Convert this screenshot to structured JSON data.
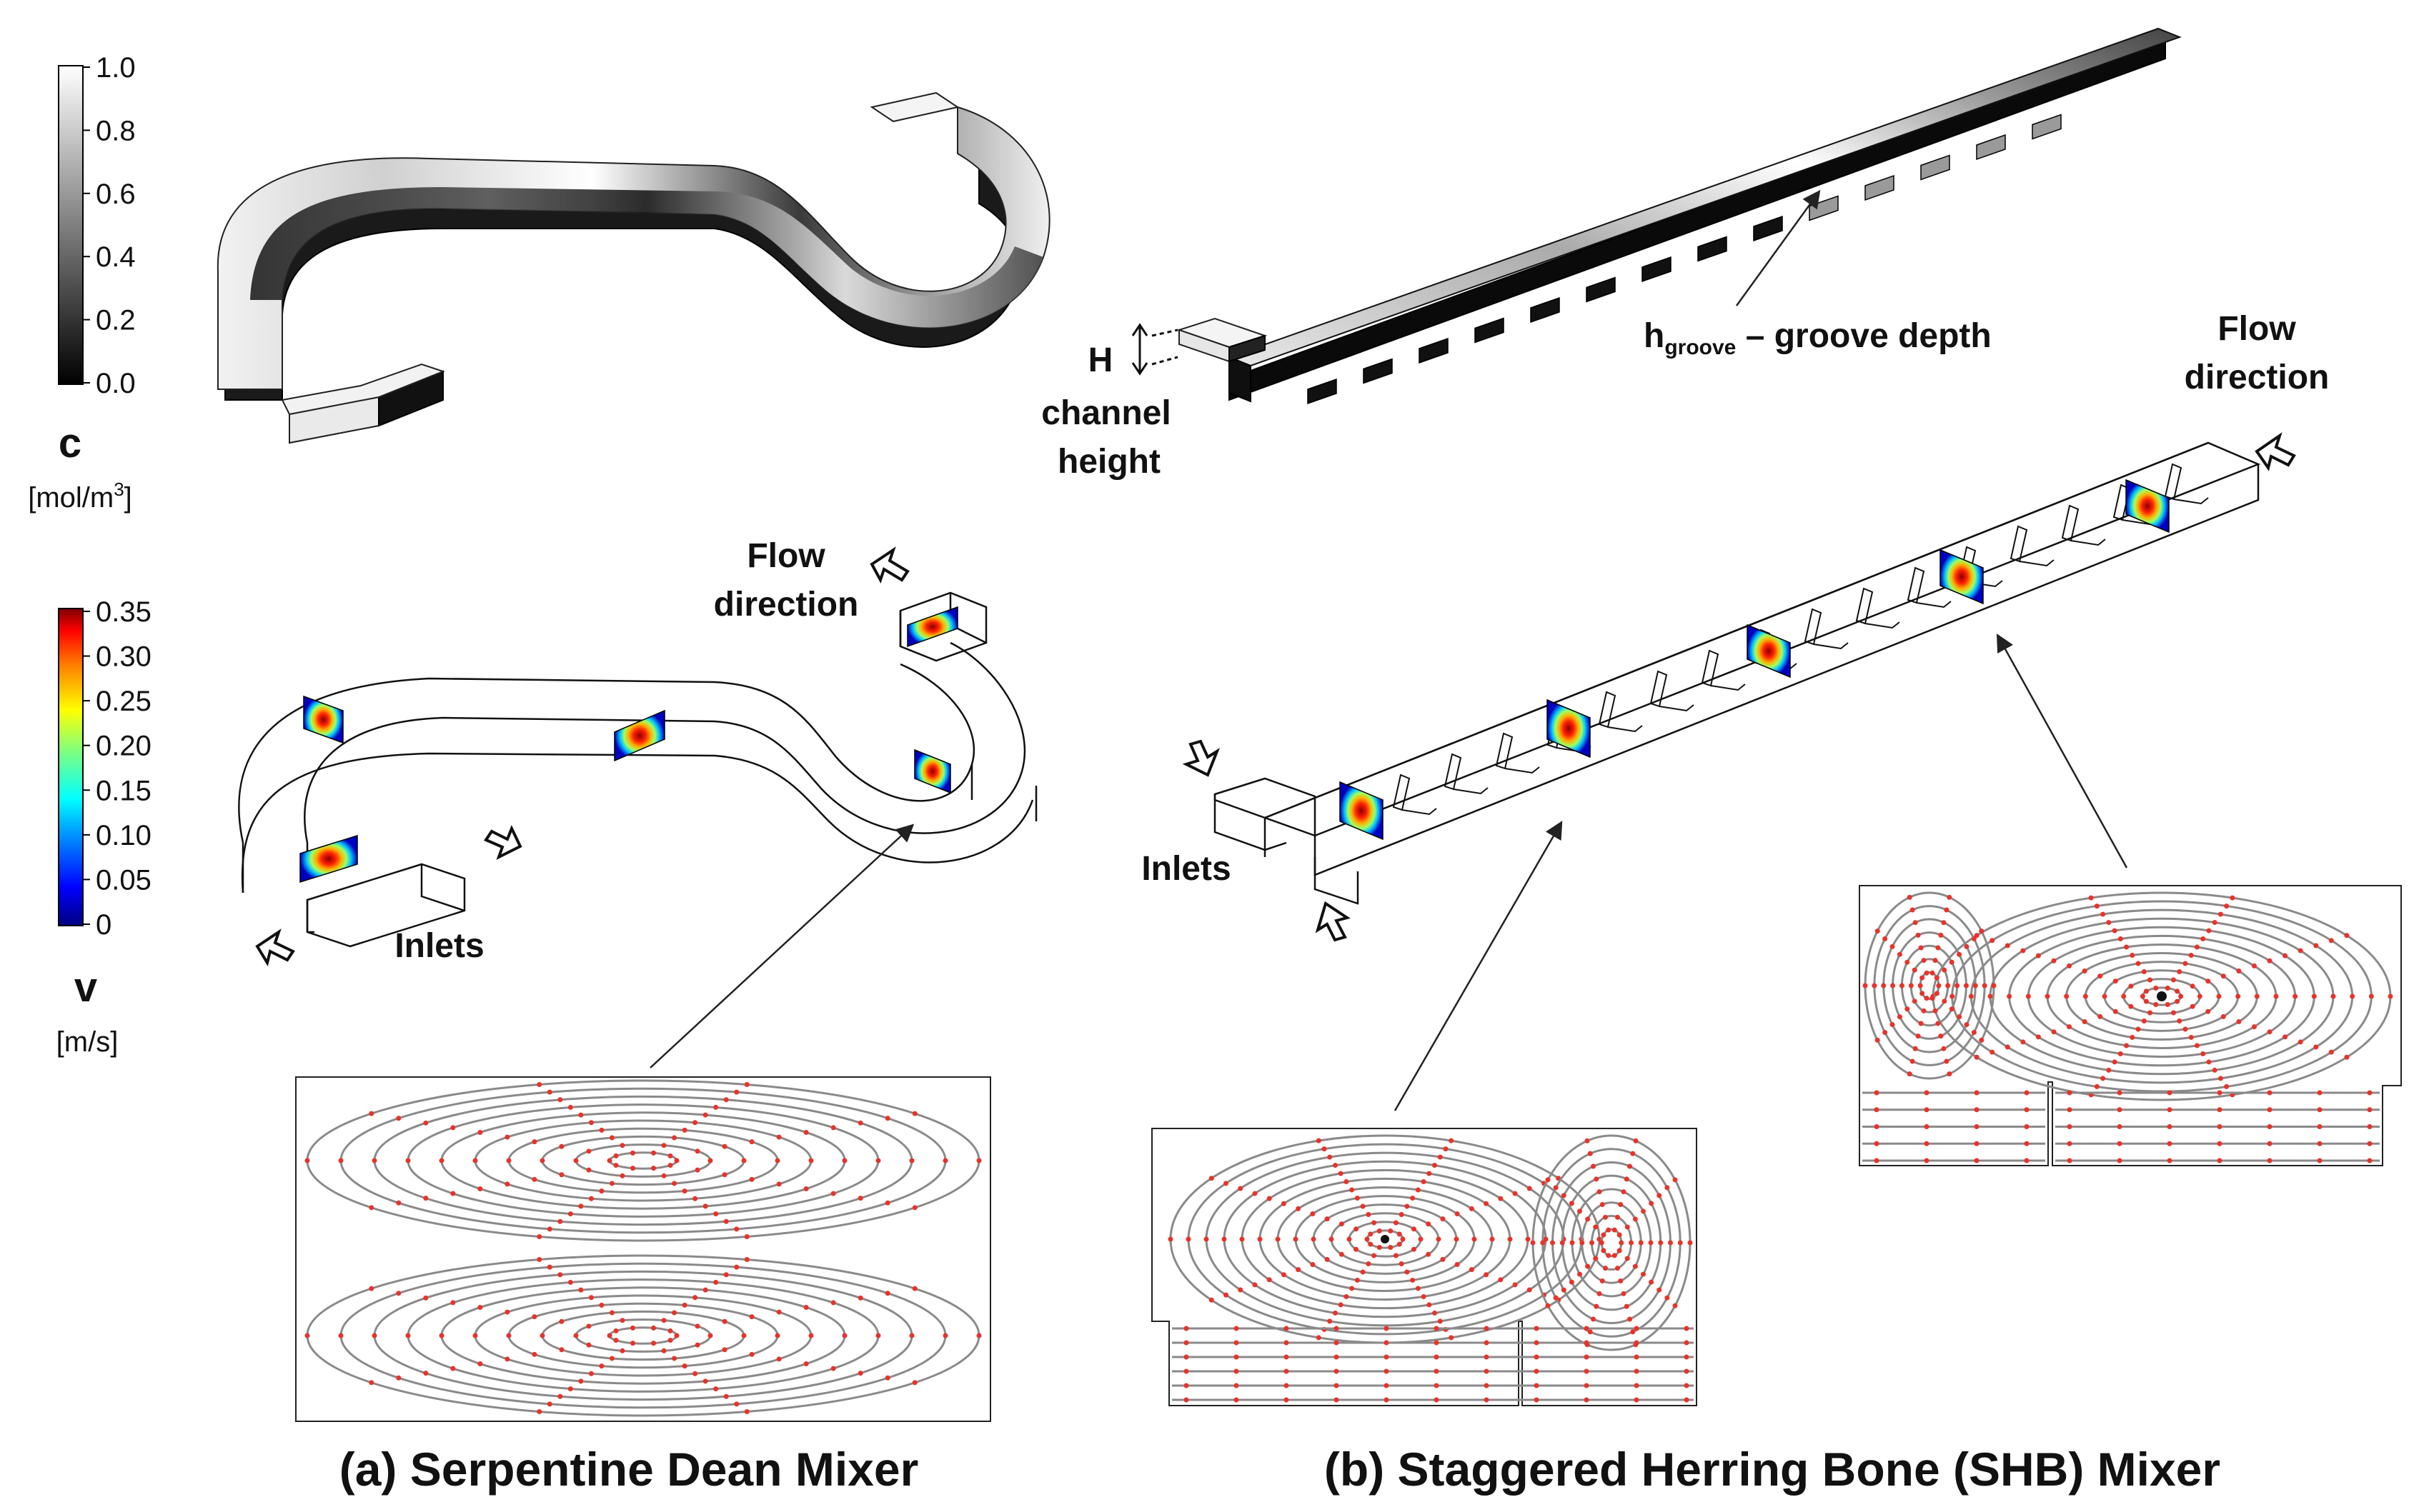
{
  "colorbar_c": {
    "ticks": [
      "1.0",
      "0.8",
      "0.6",
      "0.4",
      "0.2",
      "0.0"
    ],
    "symbol": "c",
    "unit_base": "[mol/m",
    "unit_exp": "3",
    "unit_close": "]"
  },
  "colorbar_v": {
    "ticks": [
      "0.35",
      "0.30",
      "0.25",
      "0.20",
      "0.15",
      "0.10",
      "0.05",
      "0"
    ],
    "symbol": "v",
    "unit": "[m/s]"
  },
  "panel_a": {
    "flow_line1": "Flow",
    "flow_line2": "direction",
    "inlets": "Inlets",
    "caption": "(a) Serpentine Dean Mixer"
  },
  "panel_b": {
    "h_symbol": "H",
    "channel_line1": "channel",
    "channel_line2": "height",
    "groove_h": "h",
    "groove_sub": "groove",
    "groove_rest": " – groove depth",
    "flow_line1": "Flow",
    "flow_line2": "direction",
    "inlets": "Inlets",
    "caption": "(b) Staggered Herring Bone (SHB) Mixer"
  },
  "colors": {
    "jet": [
      "#00007f",
      "#0000ff",
      "#00a0ff",
      "#00ffff",
      "#7fff7f",
      "#ffff00",
      "#ff8000",
      "#ff0000",
      "#7f0000"
    ],
    "streamline": "#8a8a8a",
    "arrow": "#e8332a"
  }
}
